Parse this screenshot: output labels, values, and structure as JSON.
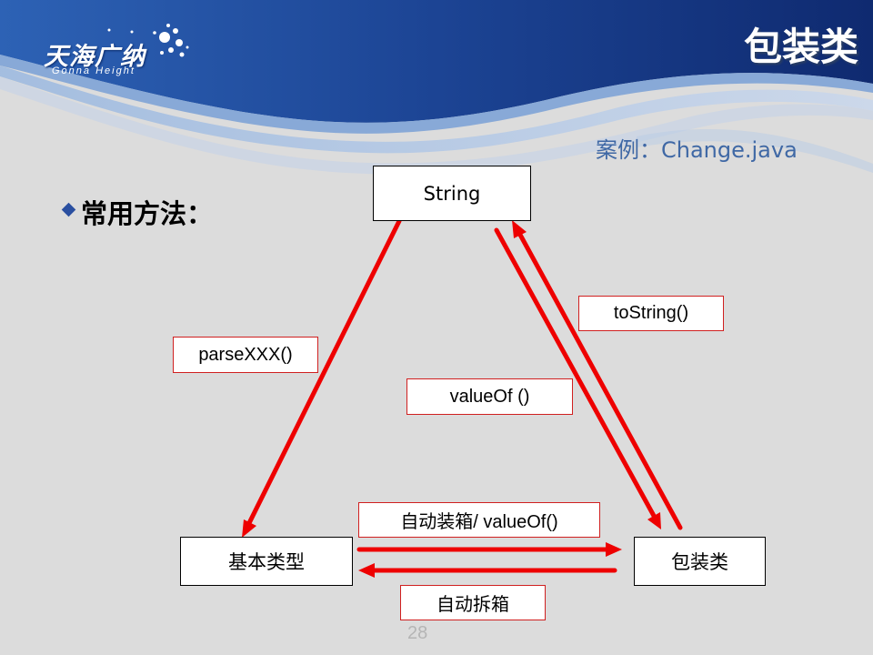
{
  "header": {
    "logo_text": "天海广纳",
    "logo_subtitle": "Gonna Height",
    "slide_title": "包装类"
  },
  "subtitle": "案例：Change.java",
  "heading": "常用方法：",
  "nodes": {
    "string": "String",
    "primitive": "基本类型",
    "wrapper": "包装类"
  },
  "edge_labels": {
    "parse": "parseXXX()",
    "to_string": "toString()",
    "value_of": "valueOf ()",
    "autobox": "自动装箱/ valueOf()",
    "unbox": "自动拆箱"
  },
  "page_number": "28",
  "colors": {
    "arrow": "#ee0000",
    "header_blue": "#1b3f8e",
    "subtitle": "#3f68a5",
    "label_border": "#d02020"
  }
}
